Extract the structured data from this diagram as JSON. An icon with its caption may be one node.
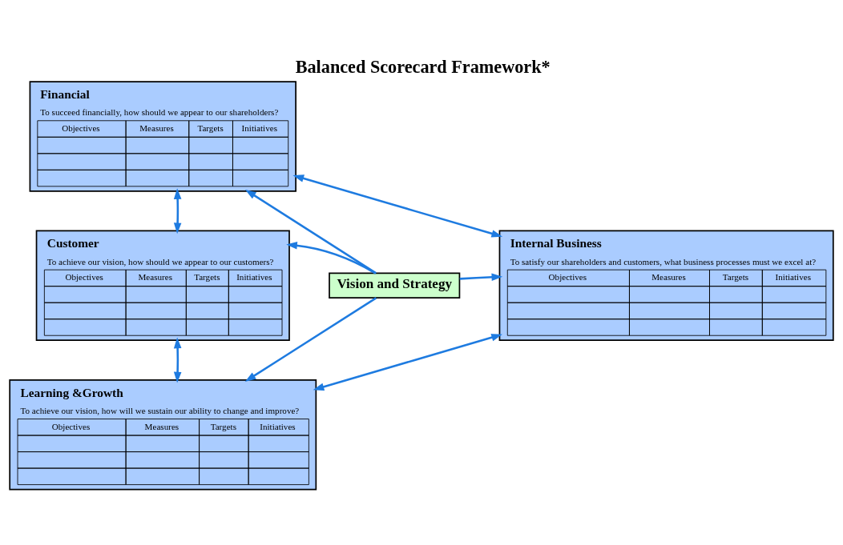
{
  "diagram": {
    "title": "Balanced Scorecard Framework*",
    "nodes": [
      {
        "text": [
          "Vision and Strategy"
        ]
      },
      {
        "text": [
          "Financial",
          "To succeed financially, how should we appear to our shareholders?",
          "Objectives",
          "Measures",
          "Targets",
          "Initiatives"
        ]
      },
      {
        "text": [
          "Customer",
          "To achieve our vision, how should we appear to our customers?",
          "Objectives",
          "Measures",
          "Targets",
          "Initiatives"
        ]
      },
      {
        "text": [
          "Internal Business",
          "To satisfy our shareholders and customers, what business processes must we excel at?",
          "Objectives",
          "Measures",
          "Targets",
          "Initiatives"
        ]
      },
      {
        "text": [
          "Learning &Growth",
          "To achieve our vision, how will we sustain our ability to change and improve?",
          "Objectives",
          "Measures",
          "Targets",
          "Initiatives"
        ]
      }
    ],
    "edges": [
      {
        "from": 0,
        "to": 1,
        "arrow": "to"
      },
      {
        "from": 0,
        "to": 2,
        "arrow": "to"
      },
      {
        "from": 0,
        "to": 3,
        "arrow": "to"
      },
      {
        "from": 0,
        "to": 4,
        "arrow": "to"
      },
      {
        "from": 2,
        "to": 1,
        "arrow": "both"
      },
      {
        "from": 1,
        "to": 3,
        "arrow": "both"
      },
      {
        "from": 2,
        "to": 4,
        "arrow": "both"
      },
      {
        "from": 4,
        "to": 3,
        "arrow": "both"
      }
    ]
  }
}
